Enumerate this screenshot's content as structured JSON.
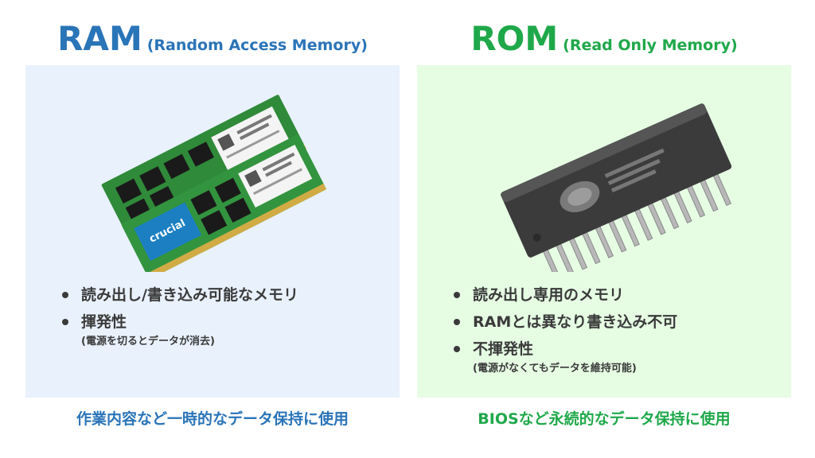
{
  "colors": {
    "ram_accent": "#2a74b8",
    "rom_accent": "#1fa84a",
    "ram_panel": "#e9f1fc",
    "rom_panel": "#e6fde4",
    "text": "#3a3a3a"
  },
  "ram": {
    "title": "RAM",
    "subtitle": "(Random Access Memory)",
    "image_icon": "ram-module-icon",
    "brand_text": "crucial",
    "bullets": [
      {
        "text": "読み出し/書き込み可能なメモリ",
        "note": ""
      },
      {
        "text": "揮発性",
        "note": "(電源を切るとデータが消去)"
      }
    ],
    "footer": "作業内容など一時的なデータ保持に使用"
  },
  "rom": {
    "title": "ROM",
    "subtitle": "(Read Only Memory)",
    "image_icon": "rom-chip-icon",
    "bullets": [
      {
        "text": "読み出し専用のメモリ",
        "note": ""
      },
      {
        "text": "RAMとは異なり書き込み不可",
        "note": ""
      },
      {
        "text": "不揮発性",
        "note": "(電源がなくてもデータを維持可能)"
      }
    ],
    "footer": "BIOSなど永続的なデータ保持に使用"
  }
}
